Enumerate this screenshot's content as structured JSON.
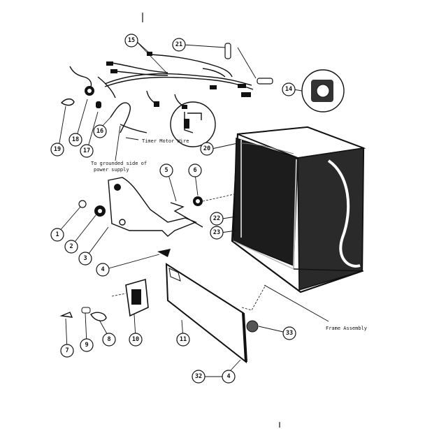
{
  "labels": {
    "timer_motor_wire": "Timer Motor Wire",
    "grounded_line1": "To grounded side of",
    "grounded_line2": "power supply",
    "frame_assembly": "Frame Assembly"
  },
  "callouts": [
    "15",
    "21",
    "14",
    "20",
    "18",
    "17",
    "16",
    "19",
    "5",
    "6",
    "22",
    "23",
    "1",
    "2",
    "3",
    "4",
    "7",
    "9",
    "8",
    "10",
    "11",
    "33",
    "32",
    "4"
  ]
}
